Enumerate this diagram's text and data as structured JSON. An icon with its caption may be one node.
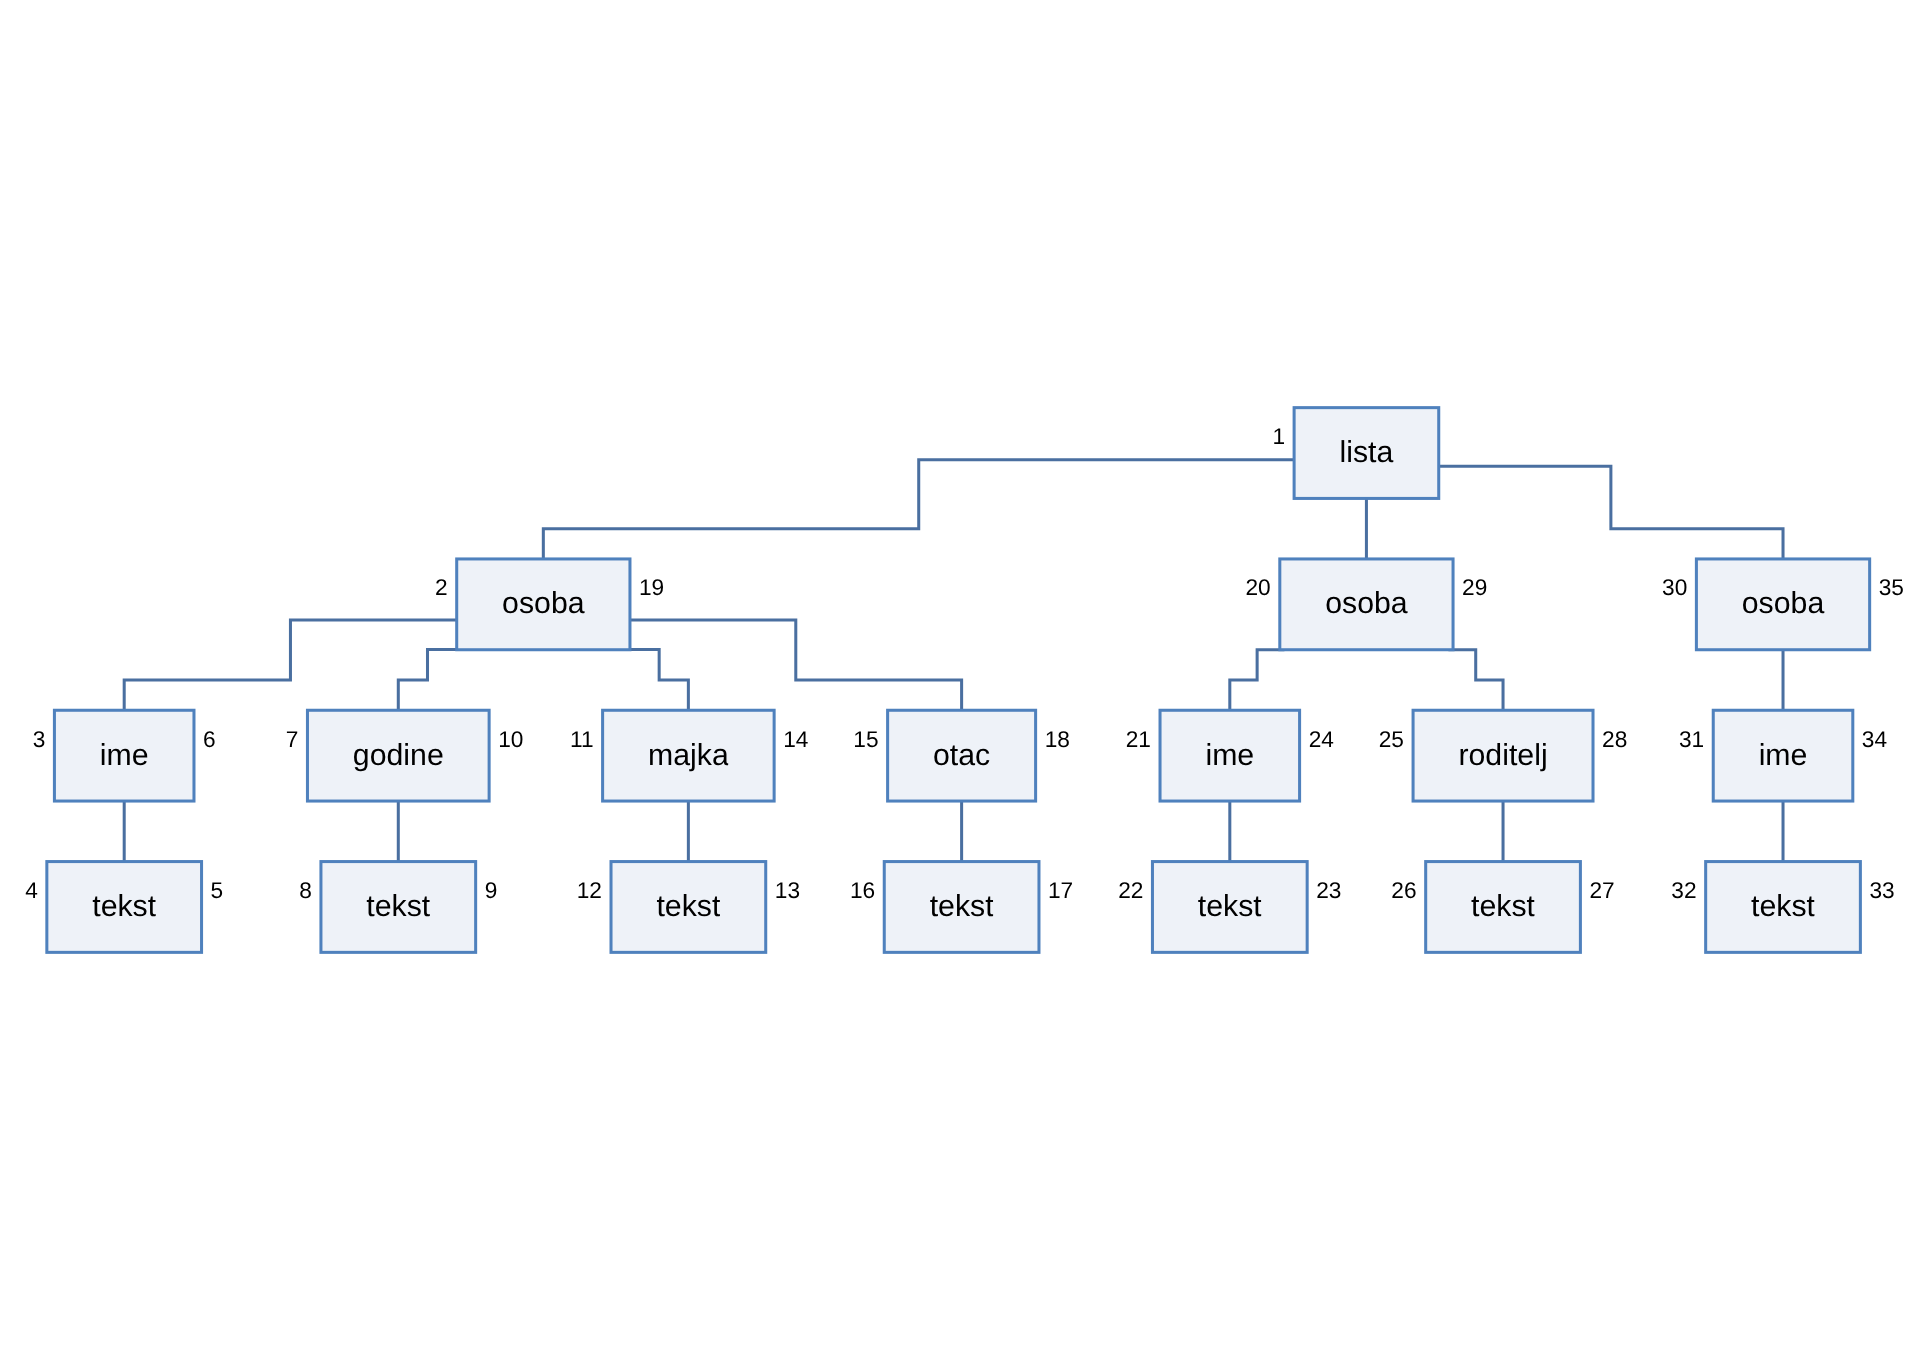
{
  "diagram": {
    "nodes": [
      {
        "text": [
          "lista"
        ],
        "beside": [
          "1"
        ]
      },
      {
        "text": [
          "osoba"
        ],
        "beside": [
          "2",
          "19"
        ]
      },
      {
        "text": [
          "ime"
        ],
        "beside": [
          "3",
          "6"
        ]
      },
      {
        "text": [
          "tekst"
        ],
        "beside": [
          "4",
          "5"
        ]
      },
      {
        "text": [
          "godine"
        ],
        "beside": [
          "7",
          "10"
        ]
      },
      {
        "text": [
          "tekst"
        ],
        "beside": [
          "8",
          "9"
        ]
      },
      {
        "text": [
          "majka"
        ],
        "beside": [
          "11",
          "14"
        ]
      },
      {
        "text": [
          "tekst"
        ],
        "beside": [
          "12",
          "13"
        ]
      },
      {
        "text": [
          "otac"
        ],
        "beside": [
          "15",
          "18"
        ]
      },
      {
        "text": [
          "tekst"
        ],
        "beside": [
          "16",
          "17"
        ]
      },
      {
        "text": [
          "osoba"
        ],
        "beside": [
          "20",
          "29"
        ]
      },
      {
        "text": [
          "ime"
        ],
        "beside": [
          "21",
          "24"
        ]
      },
      {
        "text": [
          "tekst"
        ],
        "beside": [
          "22",
          "23"
        ]
      },
      {
        "text": [
          "roditelj"
        ],
        "beside": [
          "25",
          "28"
        ]
      },
      {
        "text": [
          "tekst"
        ],
        "beside": [
          "26",
          "27"
        ]
      },
      {
        "text": [
          "osoba"
        ],
        "beside": [
          "30",
          "35"
        ]
      },
      {
        "text": [
          "ime"
        ],
        "beside": [
          "31",
          "34"
        ]
      },
      {
        "text": [
          "tekst"
        ],
        "beside": [
          "32",
          "33"
        ]
      }
    ],
    "edges": [
      {
        "from": 0,
        "to": 1,
        "arrow": "none"
      },
      {
        "from": 0,
        "to": 10,
        "arrow": "none"
      },
      {
        "from": 0,
        "to": 15,
        "arrow": "none"
      },
      {
        "from": 1,
        "to": 2,
        "arrow": "none"
      },
      {
        "from": 1,
        "to": 4,
        "arrow": "none"
      },
      {
        "from": 1,
        "to": 6,
        "arrow": "none"
      },
      {
        "from": 1,
        "to": 8,
        "arrow": "none"
      },
      {
        "from": 2,
        "to": 3,
        "arrow": "none"
      },
      {
        "from": 4,
        "to": 5,
        "arrow": "none"
      },
      {
        "from": 6,
        "to": 7,
        "arrow": "none"
      },
      {
        "from": 8,
        "to": 9,
        "arrow": "none"
      },
      {
        "from": 10,
        "to": 11,
        "arrow": "none"
      },
      {
        "from": 10,
        "to": 13,
        "arrow": "none"
      },
      {
        "from": 11,
        "to": 12,
        "arrow": "none"
      },
      {
        "from": 13,
        "to": 14,
        "arrow": "none"
      },
      {
        "from": 15,
        "to": 16,
        "arrow": "none"
      },
      {
        "from": 16,
        "to": 17,
        "arrow": "none"
      }
    ]
  }
}
